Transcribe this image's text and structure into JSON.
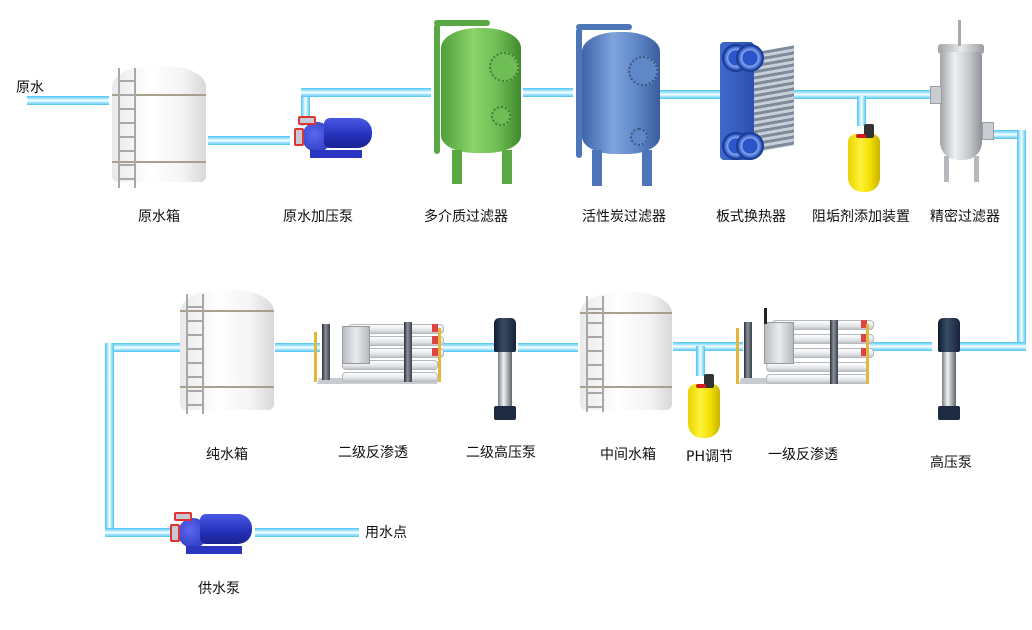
{
  "diagram": {
    "type": "process-flow",
    "subject": "Two-stage reverse osmosis pure water treatment process",
    "colors": {
      "pipe": "#4cc4f2",
      "pipe_highlight": "#ffffff",
      "label_text": "#111111",
      "tank": "#f4f4f4",
      "multimedia_filter": "#6fbe55",
      "carbon_filter": "#5f88c8",
      "pump_blue": "#2a36c2",
      "dosing_yellow": "#f1de00",
      "stainless": "#c4c7cb"
    },
    "inlet_label": "原水",
    "outlet_label": "用水点",
    "nodes": [
      {
        "id": "raw-water-tank",
        "label": "原水箱"
      },
      {
        "id": "raw-water-booster-pump",
        "label": "原水加压泵"
      },
      {
        "id": "multimedia-filter",
        "label": "多介质过滤器"
      },
      {
        "id": "activated-carbon-filter",
        "label": "活性炭过滤器"
      },
      {
        "id": "plate-heat-exchanger",
        "label": "板式换热器"
      },
      {
        "id": "antiscalant-dosing-unit",
        "label": "阻垢剂添加装置"
      },
      {
        "id": "precision-filter",
        "label": "精密过滤器"
      },
      {
        "id": "high-pressure-pump",
        "label": "高压泵"
      },
      {
        "id": "primary-ro",
        "label": "一级反渗透"
      },
      {
        "id": "ph-adjustment",
        "label": "PH调节"
      },
      {
        "id": "intermediate-water-tank",
        "label": "中间水箱"
      },
      {
        "id": "secondary-high-pressure-pump",
        "label": "二级高压泵"
      },
      {
        "id": "secondary-ro",
        "label": "二级反渗透"
      },
      {
        "id": "pure-water-tank",
        "label": "纯水箱"
      },
      {
        "id": "supply-pump",
        "label": "供水泵"
      }
    ],
    "flow": [
      "原水",
      "原水箱",
      "原水加压泵",
      "多介质过滤器",
      "活性炭过滤器",
      "板式换热器",
      "阻垢剂添加装置",
      "精密过滤器",
      "高压泵",
      "一级反渗透",
      "PH调节",
      "中间水箱",
      "二级高压泵",
      "二级反渗透",
      "纯水箱",
      "供水泵",
      "用水点"
    ]
  }
}
